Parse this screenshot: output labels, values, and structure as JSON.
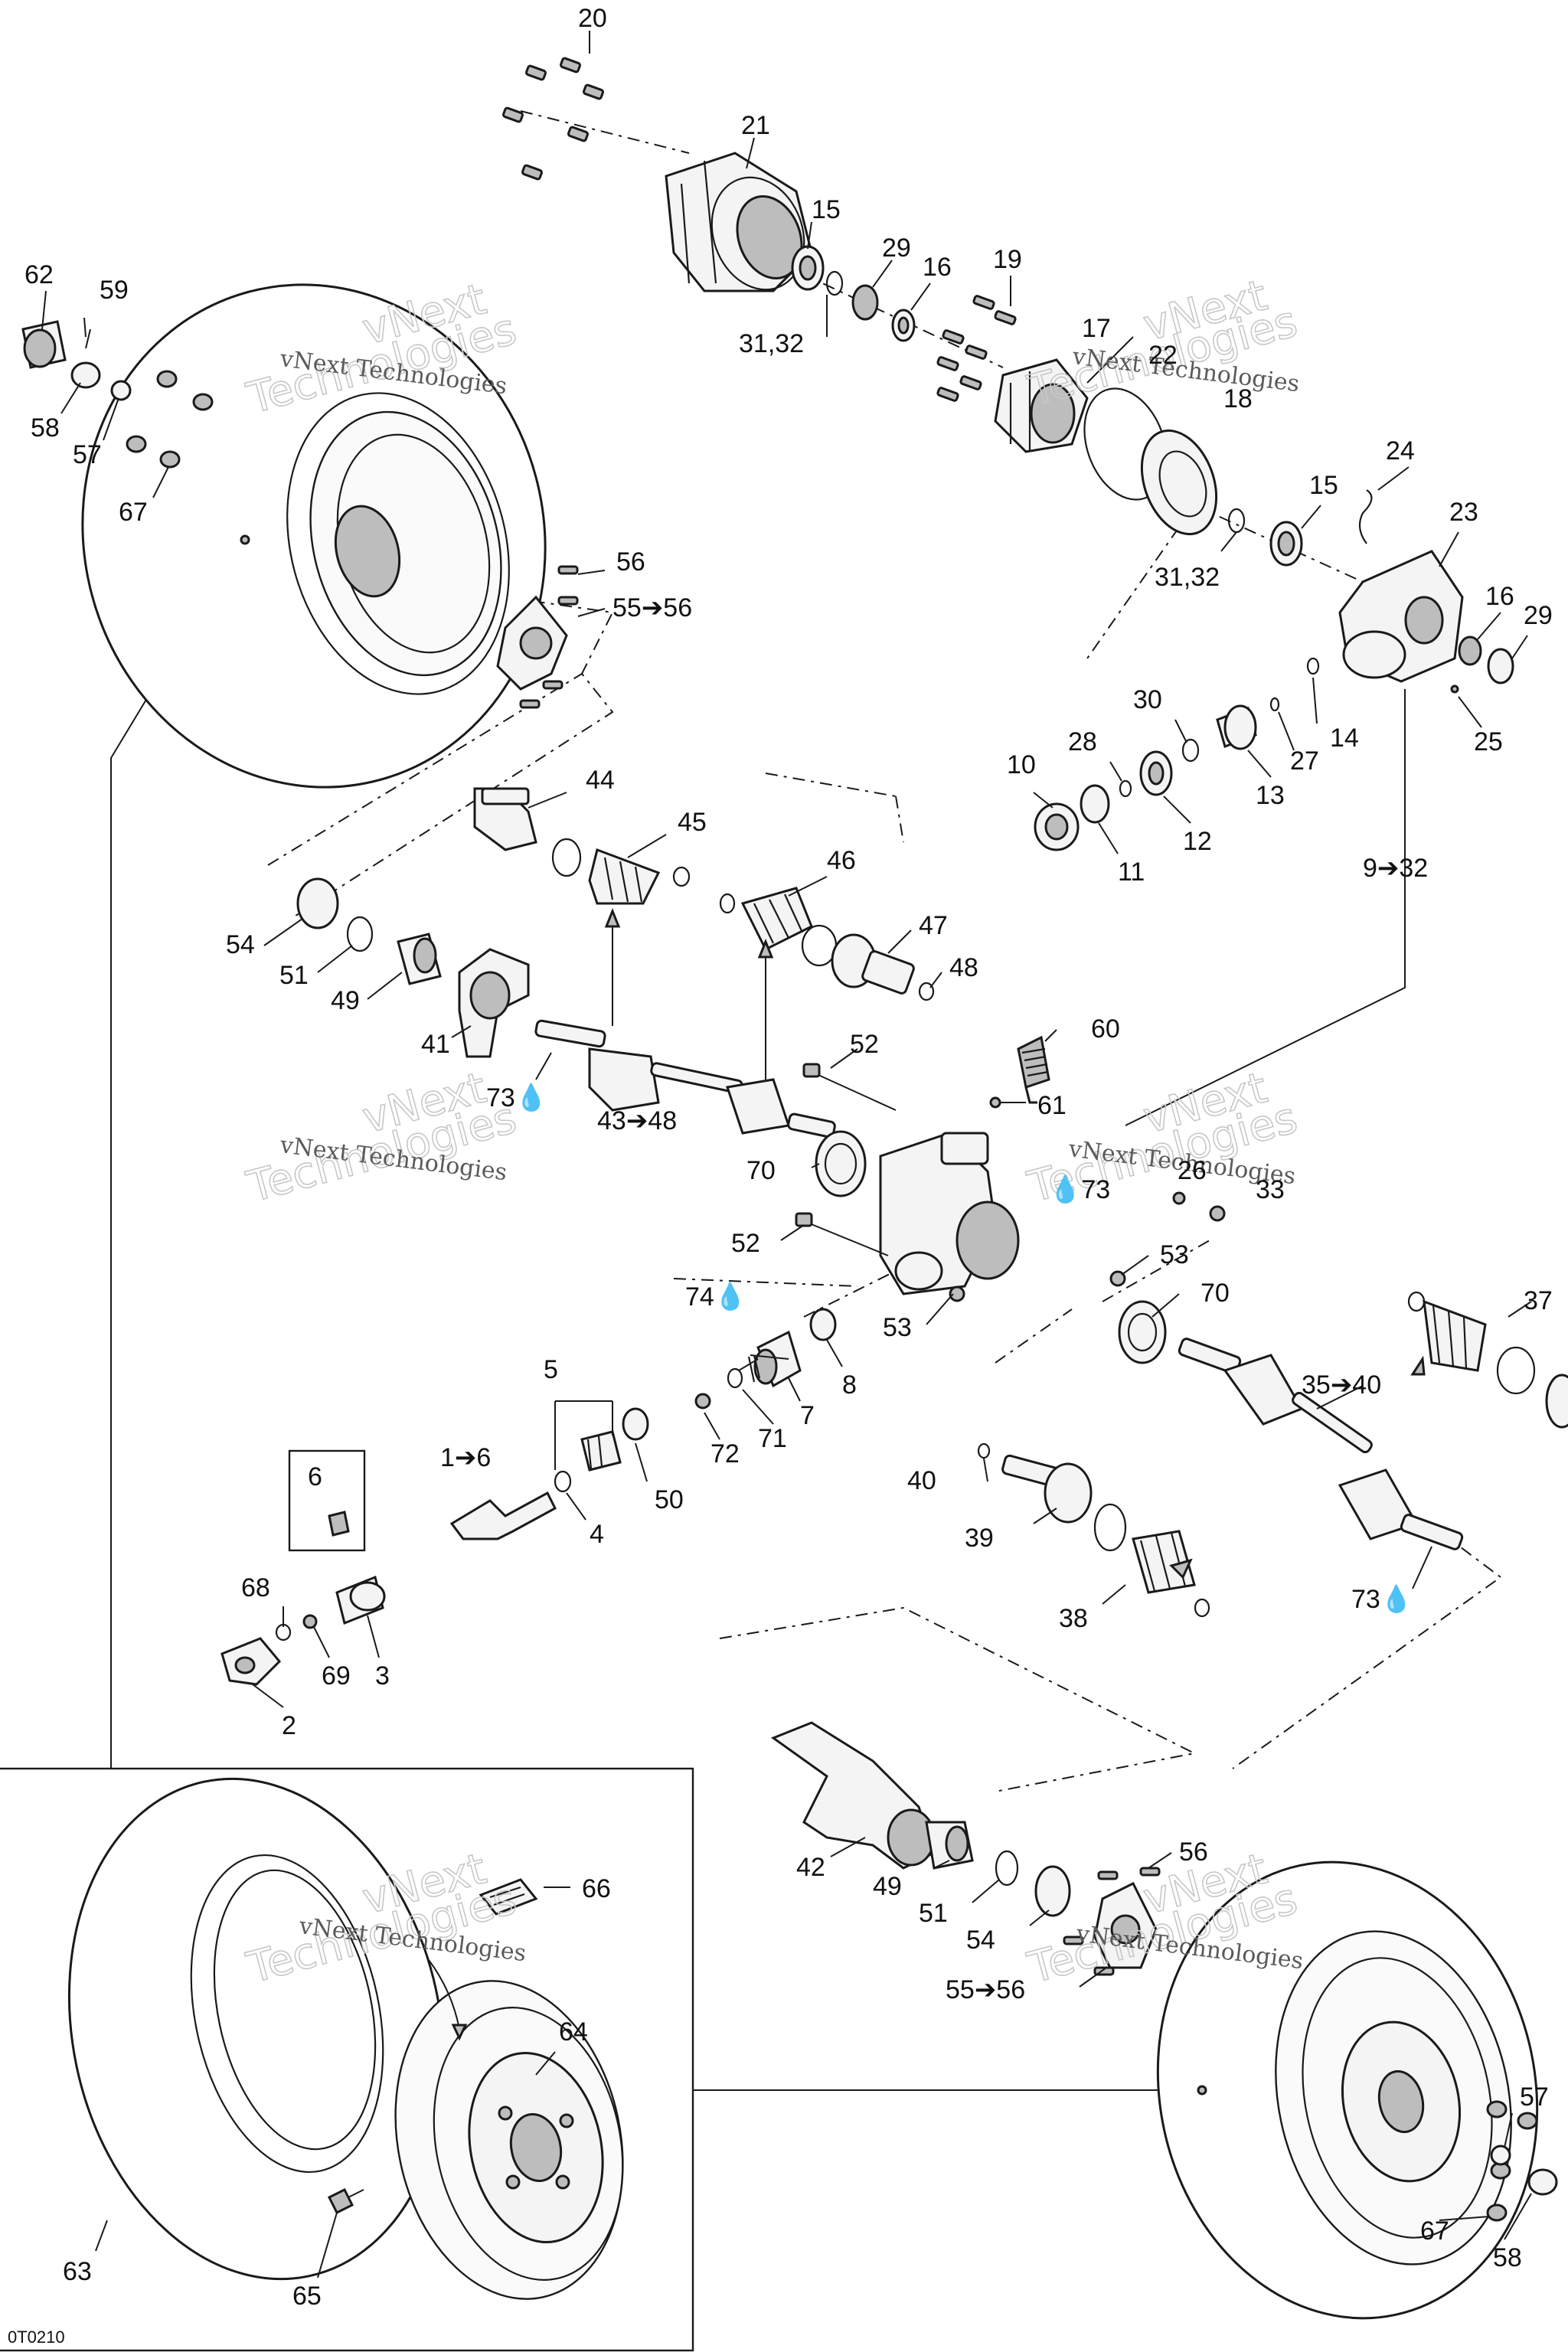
{
  "diagram_code": "0T0210",
  "watermark": {
    "brand_line1": "vNext",
    "brand_line2": "Technologies",
    "small_text": "vNext Technologies"
  },
  "callouts": {
    "c20": "20",
    "c21": "21",
    "c15a": "15",
    "c29a": "29",
    "c16a": "16",
    "c3132a": "31,32",
    "c19": "19",
    "c17": "17",
    "c22": "22",
    "c18": "18",
    "c24": "24",
    "c15b": "15",
    "c23": "23",
    "c3132b": "31,32",
    "c16b": "16",
    "c29b": "29",
    "c25": "25",
    "c30": "30",
    "c28": "28",
    "c10": "10",
    "c14": "14",
    "c27": "27",
    "c13": "13",
    "c12": "12",
    "c11": "11",
    "c9_32": "9➔32",
    "c62": "62",
    "c59": "59",
    "c58a": "58",
    "c57a": "57",
    "c67a": "67",
    "c56a": "56",
    "c55_56a": "55➔56",
    "c44": "44",
    "c45": "45",
    "c46": "46",
    "c47": "47",
    "c48": "48",
    "c54a": "54",
    "c51a": "51",
    "c49a": "49",
    "c41": "41",
    "c73a": "73💧",
    "c52a": "52",
    "c60": "60",
    "c61": "61",
    "c43_48": "43➔48",
    "c70a": "70",
    "c73b": "💧73",
    "c26": "26",
    "c33": "33",
    "c52b": "52",
    "c53a": "53",
    "c70b": "70",
    "c53b": "53",
    "c74": "74💧",
    "c8": "8",
    "c37": "37",
    "c35_40": "35➔40",
    "c5": "5",
    "c7": "7",
    "c71": "71",
    "c72": "72",
    "c1_6": "1➔6",
    "c50": "50",
    "c4": "4",
    "c40": "40",
    "c39": "39",
    "c38": "38",
    "c73c": "73💧",
    "c6": "6",
    "c68": "68",
    "c69": "69",
    "c3": "3",
    "c2": "2",
    "c42": "42",
    "c49b": "49",
    "c51b": "51",
    "c54b": "54",
    "c56b": "56",
    "c55_56b": "55➔56",
    "c66": "66",
    "c64": "64",
    "c63": "63",
    "c65": "65",
    "c57b": "57",
    "c67b": "67",
    "c58b": "58"
  }
}
